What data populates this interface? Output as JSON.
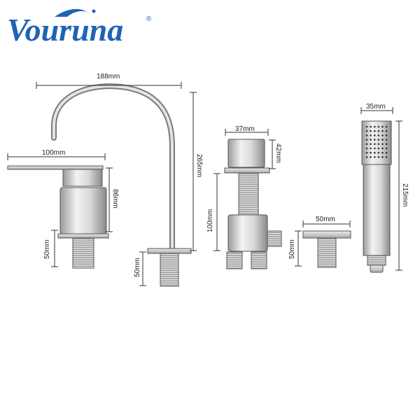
{
  "brand": {
    "name": "Vouruna",
    "registered": "®",
    "color": "#1f63b6"
  },
  "dimensions": {
    "spout_width": "188mm",
    "spout_height": "265mm",
    "spout_base": "50mm",
    "handle_width": "100mm",
    "handle_height": "86mm",
    "handle_base": "50mm",
    "diverter_width": "37mm",
    "diverter_cap": "42mm",
    "diverter_body": "100mm",
    "plate_width": "50mm",
    "plate_base": "50mm",
    "shower_width": "35mm",
    "shower_length": "215mm"
  }
}
